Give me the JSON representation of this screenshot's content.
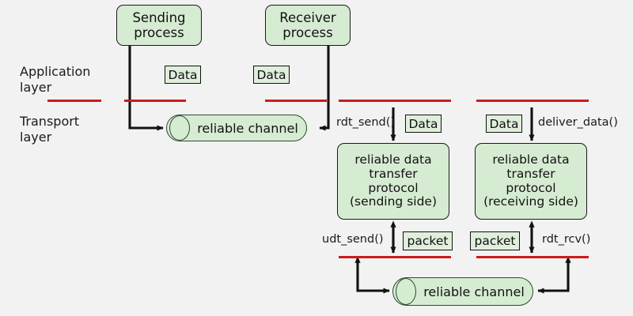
{
  "figure": {
    "background_color": "#f2f2f2",
    "box_fill_color": "#d6ecd2",
    "separator_color": "#cc1b1b",
    "line_color": "#111111"
  },
  "layers": [
    {
      "name": "application",
      "label": "Application\nlayer"
    },
    {
      "name": "transport",
      "label": "Transport\nlayer"
    }
  ],
  "processes": [
    {
      "name": "sending-process",
      "label": "Sending\nprocess"
    },
    {
      "name": "receiver-process",
      "label": "Receiver\nprocess"
    }
  ],
  "protocols": [
    {
      "name": "rdt-sending-side",
      "label": "reliable data\ntransfer\nprotocol\n(sending side)"
    },
    {
      "name": "rdt-receiving-side",
      "label": "reliable data\ntransfer\nprotocol\n(receiving side)"
    }
  ],
  "channels": [
    {
      "name": "upper-reliable-channel",
      "label": "reliable channel"
    },
    {
      "name": "lower-reliable-channel",
      "label": "reliable channel"
    }
  ],
  "tags": [
    {
      "name": "data-tag-left-app",
      "label": "Data"
    },
    {
      "name": "data-tag-right-app",
      "label": "Data"
    },
    {
      "name": "data-tag-rdt-send",
      "label": "Data"
    },
    {
      "name": "data-tag-deliver",
      "label": "Data"
    },
    {
      "name": "packet-tag-udt-send",
      "label": "packet"
    },
    {
      "name": "packet-tag-rdt-rcv",
      "label": "packet"
    }
  ],
  "calls": [
    {
      "name": "rdt-send-call",
      "label": "rdt_send()"
    },
    {
      "name": "deliver-data-call",
      "label": "deliver_data()"
    },
    {
      "name": "udt-send-call",
      "label": "udt_send()"
    },
    {
      "name": "rdt-rcv-call",
      "label": "rdt_rcv()"
    }
  ]
}
